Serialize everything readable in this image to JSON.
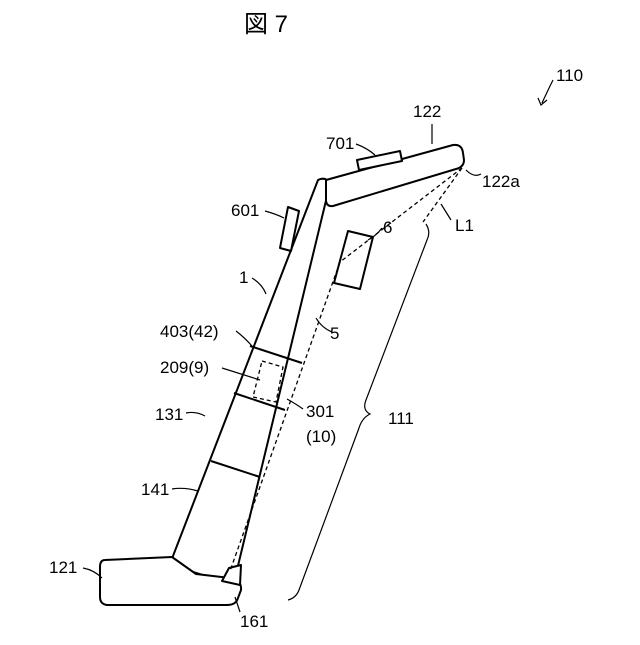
{
  "figure": {
    "title": "図 7",
    "labels": {
      "l110": "110",
      "l122": "122",
      "l122a": "122a",
      "l701": "701",
      "l601": "601",
      "l6": "6",
      "lL1": "L1",
      "l1": "1",
      "l5": "5",
      "l403": "403(42)",
      "l209": "209(9)",
      "l301": "301",
      "l10": "(10)",
      "l111": "111",
      "l131": "131",
      "l141": "141",
      "l121": "121",
      "l161": "161"
    }
  }
}
